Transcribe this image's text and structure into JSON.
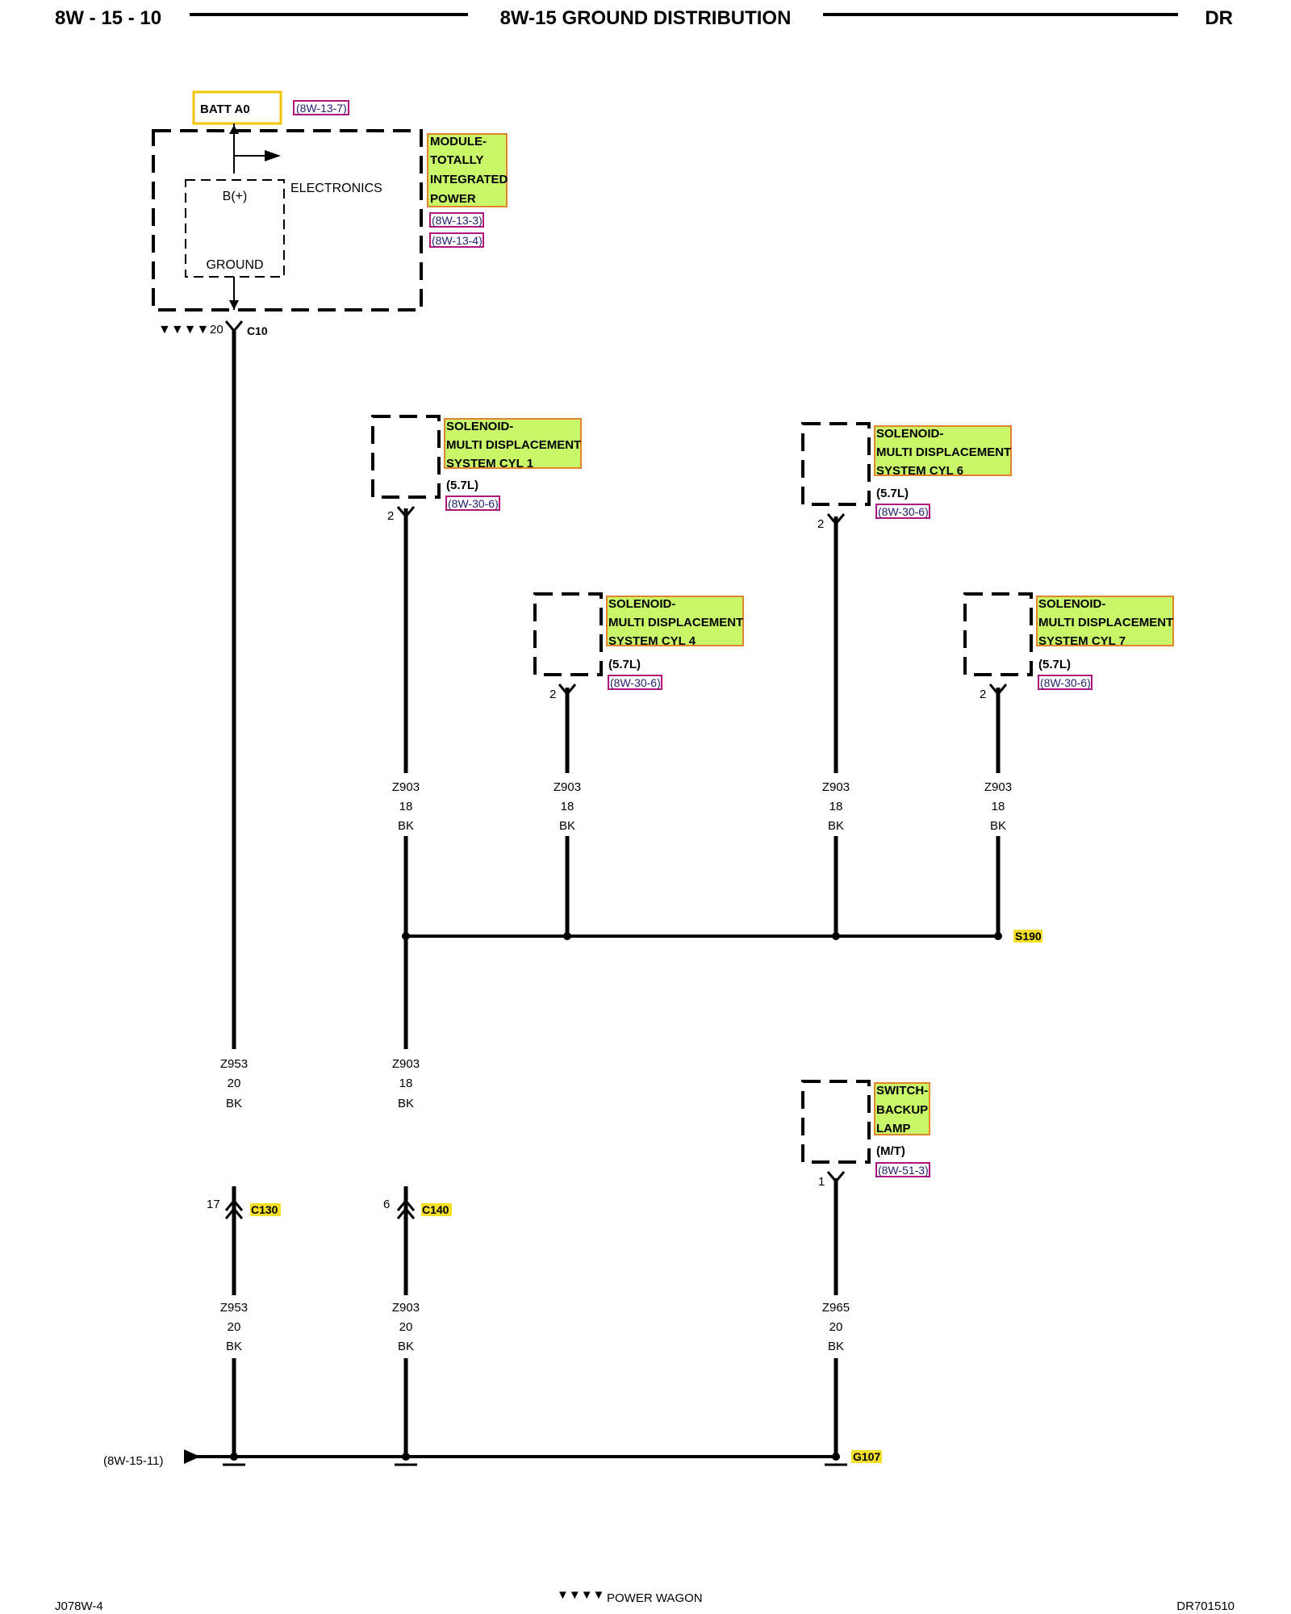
{
  "header": {
    "page_number": "8W - 15 - 10",
    "title": "8W-15 GROUND DISTRIBUTION",
    "model_code": "DR"
  },
  "footer": {
    "left_code": "J078W-4",
    "legend_symbol": "▼▼▼▼",
    "legend_label": "POWER WAGON",
    "right_code": "DR701510"
  },
  "tipm": {
    "batt_label": "BATT A0",
    "batt_ref": "(8W-13-7)",
    "name_lines": [
      "MODULE-",
      "TOTALLY",
      "INTEGRATED",
      "POWER"
    ],
    "refs": [
      "(8W-13-3)",
      "(8W-13-4)"
    ],
    "inner_b_plus": "B(+)",
    "inner_ground": "GROUND",
    "electronics_label": "ELECTRONICS",
    "option_symbol": "▼▼▼▼",
    "pin": "20",
    "connector": "C10"
  },
  "components": {
    "mds_cyl1": {
      "lines": [
        "SOLENOID-",
        "MULTI DISPLACEMENT",
        "SYSTEM CYL 1"
      ],
      "note": "(5.7L)",
      "ref": "(8W-30-6)",
      "pin": "2"
    },
    "mds_cyl4": {
      "lines": [
        "SOLENOID-",
        "MULTI DISPLACEMENT",
        "SYSTEM CYL 4"
      ],
      "note": "(5.7L)",
      "ref": "(8W-30-6)",
      "pin": "2"
    },
    "mds_cyl6": {
      "lines": [
        "SOLENOID-",
        "MULTI DISPLACEMENT",
        "SYSTEM CYL 6"
      ],
      "note": "(5.7L)",
      "ref": "(8W-30-6)",
      "pin": "2"
    },
    "mds_cyl7": {
      "lines": [
        "SOLENOID-",
        "MULTI DISPLACEMENT",
        "SYSTEM CYL 7"
      ],
      "note": "(5.7L)",
      "ref": "(8W-30-6)",
      "pin": "2"
    },
    "backup_switch": {
      "lines": [
        "SWITCH-",
        "BACKUP",
        "LAMP"
      ],
      "note": "(M/T)",
      "ref": "(8W-51-3)",
      "pin": "1"
    }
  },
  "wires": {
    "cyl1": {
      "circuit": "Z903",
      "gauge": "18",
      "color": "BK"
    },
    "cyl4": {
      "circuit": "Z903",
      "gauge": "18",
      "color": "BK"
    },
    "cyl6": {
      "circuit": "Z903",
      "gauge": "18",
      "color": "BK"
    },
    "cyl7": {
      "circuit": "Z903",
      "gauge": "18",
      "color": "BK"
    },
    "tipm_upper": {
      "circuit": "Z953",
      "gauge": "20",
      "color": "BK"
    },
    "s190_upper": {
      "circuit": "Z903",
      "gauge": "18",
      "color": "BK"
    },
    "tipm_lower": {
      "circuit": "Z953",
      "gauge": "20",
      "color": "BK"
    },
    "s190_lower": {
      "circuit": "Z903",
      "gauge": "20",
      "color": "BK"
    },
    "backup": {
      "circuit": "Z965",
      "gauge": "20",
      "color": "BK"
    }
  },
  "connectors": {
    "c130": {
      "name": "C130",
      "pin": "17"
    },
    "c140": {
      "name": "C140",
      "pin": "6"
    }
  },
  "splice": {
    "name": "S190"
  },
  "ground": {
    "name": "G107",
    "continuation_ref": "(8W-15-11)"
  },
  "colors": {
    "highlight_fill": "#c8f76a",
    "highlight_border": "#e3832b",
    "ref_border": "#b0147d",
    "connector_yellow": "#f3df2a",
    "batt_border": "#f2c400"
  }
}
